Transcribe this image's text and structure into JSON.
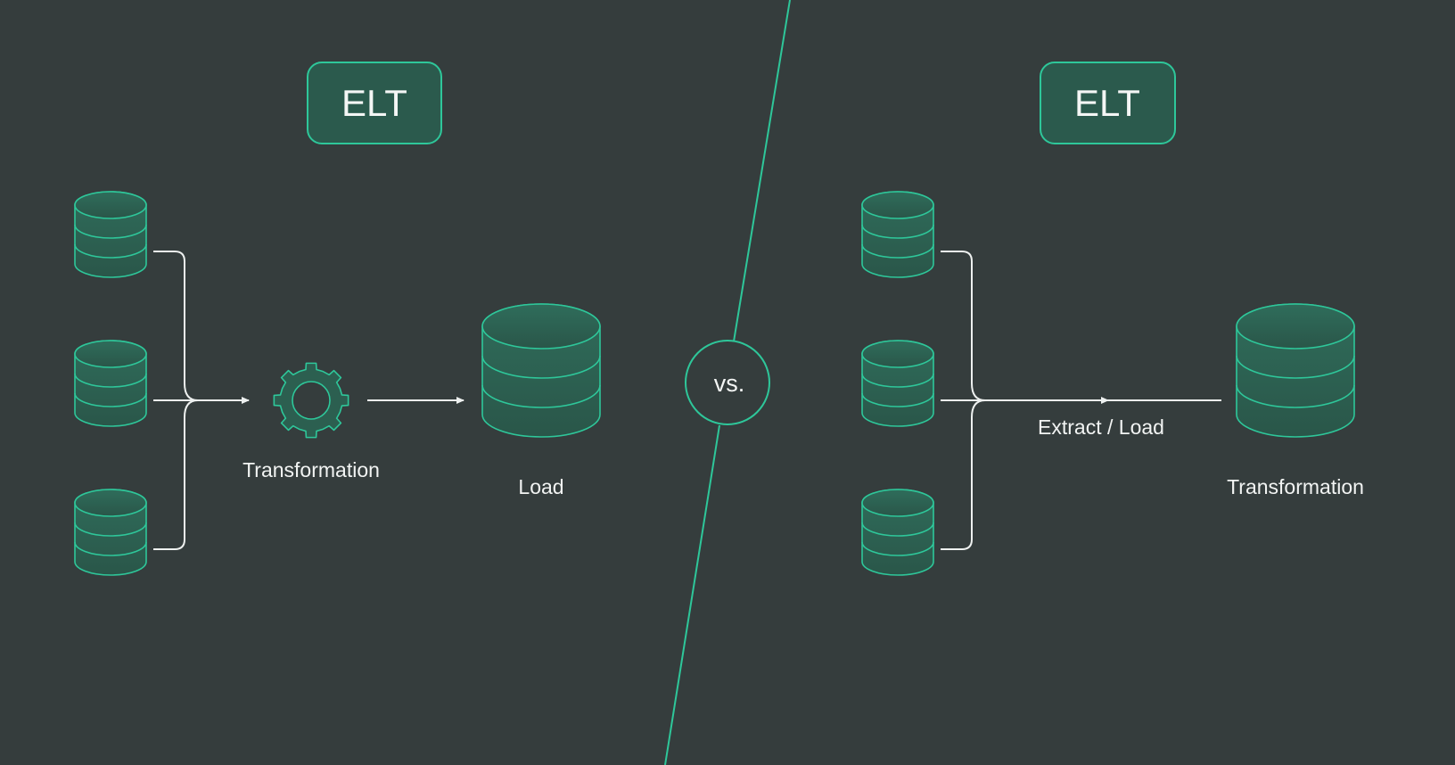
{
  "left_panel": {
    "title": "ELT",
    "transform_label": "Transformation",
    "destination_label": "Load",
    "source_count": 3
  },
  "divider": {
    "vs_label": "vs."
  },
  "right_panel": {
    "title": "ELT",
    "flow_label": "Extract / Load",
    "destination_label": "Transformation",
    "source_count": 3
  },
  "colors": {
    "background": "#353d3d",
    "accent": "#2ec79a",
    "badge_fill": "#2b5a4d",
    "db_fill": "#2c5f50",
    "text": "#f2f4f3"
  },
  "icons": {
    "source": "database-icon",
    "transform": "gear-icon",
    "destination": "database-icon"
  }
}
